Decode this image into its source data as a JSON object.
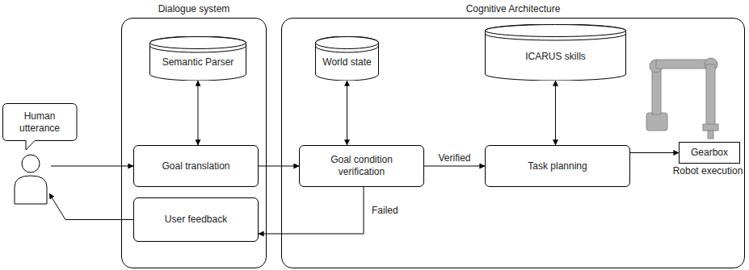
{
  "diagram": {
    "nodes": [
      {
        "text": [
          "Human utterance"
        ]
      },
      {
        "text": [
          "Dialogue system"
        ]
      },
      {
        "text": [
          "Semantic Parser"
        ],
        "in": 1
      },
      {
        "text": [
          "Goal translation"
        ],
        "in": 1
      },
      {
        "text": [
          "User feedback"
        ],
        "in": 1
      },
      {
        "text": [
          "Cognitive Architecture"
        ]
      },
      {
        "text": [
          "World state"
        ],
        "in": 5
      },
      {
        "text": [
          "Goal condition verification"
        ],
        "in": 5
      },
      {
        "text": [
          "ICARUS skills"
        ],
        "in": 5
      },
      {
        "text": [
          "Task planning"
        ],
        "in": 5
      },
      {
        "text": [
          "Gearbox"
        ]
      }
    ],
    "edges": [
      {
        "from": 0,
        "to": 3,
        "arrow": "to"
      },
      {
        "from": 2,
        "to": 3,
        "arrow": "both"
      },
      {
        "from": 3,
        "to": 7,
        "arrow": "to"
      },
      {
        "from": 6,
        "to": 7,
        "arrow": "both"
      },
      {
        "from": 7,
        "to": 9,
        "label": "Verified",
        "arrow": "to"
      },
      {
        "from": 8,
        "to": 9,
        "arrow": "both"
      },
      {
        "from": 9,
        "to": 10,
        "arrow": "to"
      },
      {
        "from": 7,
        "to": 4,
        "label": "Failed",
        "arrow": "to"
      },
      {
        "from": 4,
        "to": 0,
        "arrow": "to"
      }
    ],
    "labels": [
      "Robot execution"
    ]
  }
}
